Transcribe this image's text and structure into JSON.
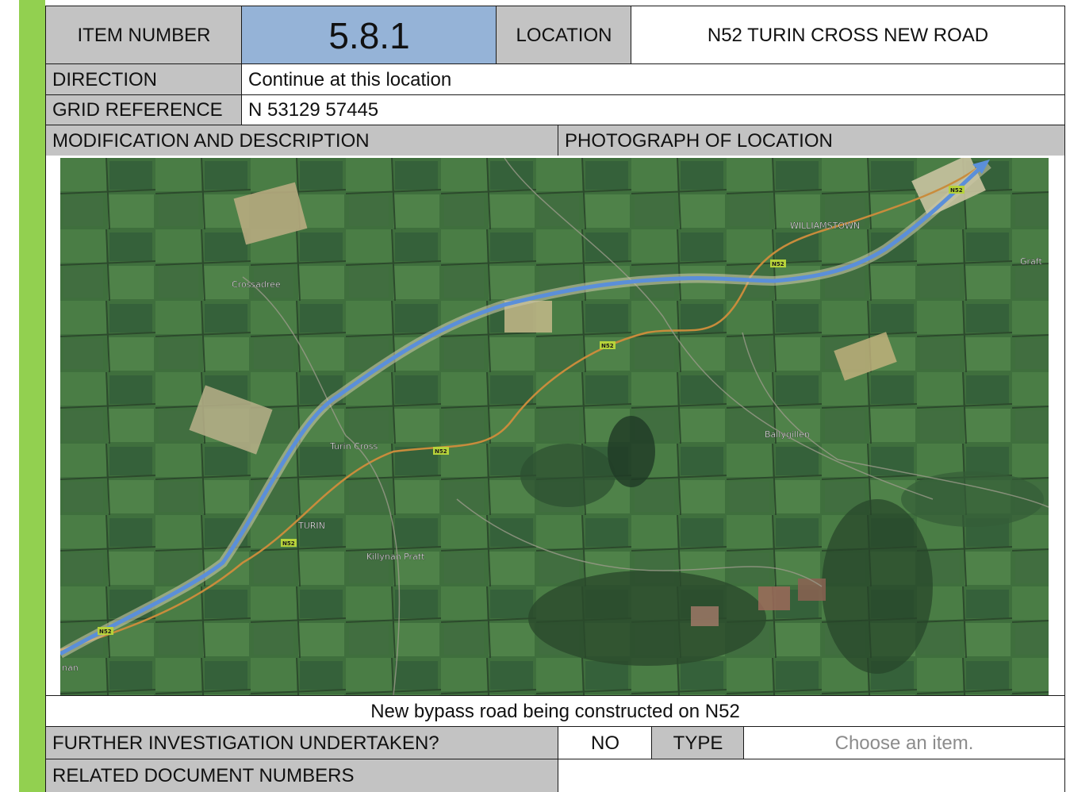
{
  "header": {
    "item_number_label": "ITEM NUMBER",
    "item_number_value": "5.8.1",
    "location_label": "LOCATION",
    "location_value": "N52 TURIN CROSS NEW ROAD"
  },
  "direction": {
    "label": "DIRECTION",
    "value": "Continue at this location"
  },
  "grid_reference": {
    "label": "GRID REFERENCE",
    "value": "N 53129 57445"
  },
  "section_headers": {
    "modification": "MODIFICATION AND DESCRIPTION",
    "photograph": "PHOTOGRAPH OF LOCATION"
  },
  "map": {
    "place_labels": {
      "crossadree": "Crossadree",
      "williamstown": "WILLIAMSTOWN",
      "graft": "Graft",
      "turin_cross": "Turin Cross",
      "ballygillen": "Ballygillen",
      "turin": "TURIN",
      "killynan_pratt": "Killynan Pratt",
      "nan": "nan"
    },
    "road_shield": "N52",
    "route_color": "#5b8fd9"
  },
  "caption": "New bypass road being constructed on N52",
  "further_investigation": {
    "label": "FURTHER INVESTIGATION UNDERTAKEN?",
    "value": "NO",
    "type_label": "TYPE",
    "type_value": "Choose an item."
  },
  "related_documents": {
    "label": "RELATED DOCUMENT NUMBERS",
    "value": ""
  },
  "colors": {
    "accent_bar": "#92d050",
    "header_grey": "#c3c3c3",
    "item_number_fill": "#95b3d7"
  }
}
